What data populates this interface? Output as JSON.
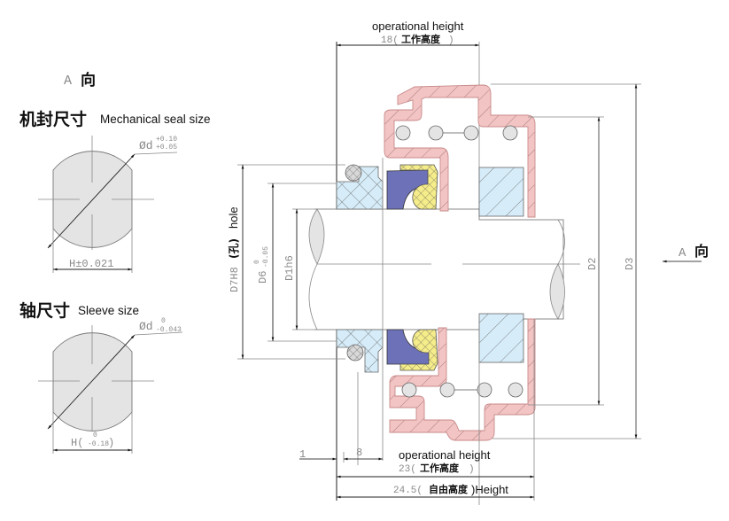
{
  "title": "Mechanical seal installation drawing",
  "colors": {
    "housing_pink": "#f2c4c4",
    "housing_stroke": "#c98a8a",
    "seat_blue": "#d6ecf8",
    "rubber_purple": "#6d72b8",
    "ring_yellow": "#f5ec8a",
    "shaft_gray": "#e4e4e4",
    "oring_gray": "#d8d8d8"
  },
  "view_label": {
    "letter": "A",
    "cn": "向"
  },
  "mechanical_seal_size": {
    "cn": "机封尺寸",
    "en": "Mechanical seal size",
    "dia_symbol": "Ød",
    "dia_tol_upper": "+0.10",
    "dia_tol_lower": "+0.05",
    "flat_label": "H±0.021"
  },
  "sleeve_size": {
    "cn": "轴尺寸",
    "en": "Sleeve size",
    "dia_symbol": "Ød",
    "dia_tol_upper": "0",
    "dia_tol_lower": "-0.043",
    "flat_prefix": "H(",
    "flat_tol_upper": "0",
    "flat_tol_lower": "-0.18",
    "flat_suffix": ")"
  },
  "top_dim": {
    "en": "operational height",
    "value": "18(",
    "cn": "工作高度",
    "close": ")"
  },
  "left_dims": {
    "d7_value": "D7H8",
    "d7_cn": "(孔)",
    "d7_en": "hole",
    "d6_value": "D6",
    "d6_tol_upper": "0",
    "d6_tol_lower": "-0.05",
    "d1_value": "D1h6"
  },
  "right_dims": {
    "d2": "D2",
    "d3": "D3",
    "view_letter": "A",
    "view_cn": "向"
  },
  "bottom_dims": {
    "dim_1": "1",
    "dim_8": "8",
    "op_en": "operational height",
    "op_value": "23(",
    "op_cn": "工作高度",
    "op_close": ")",
    "free_value": "24.5(",
    "free_cn": "自由高度",
    "free_en": ")Height"
  }
}
